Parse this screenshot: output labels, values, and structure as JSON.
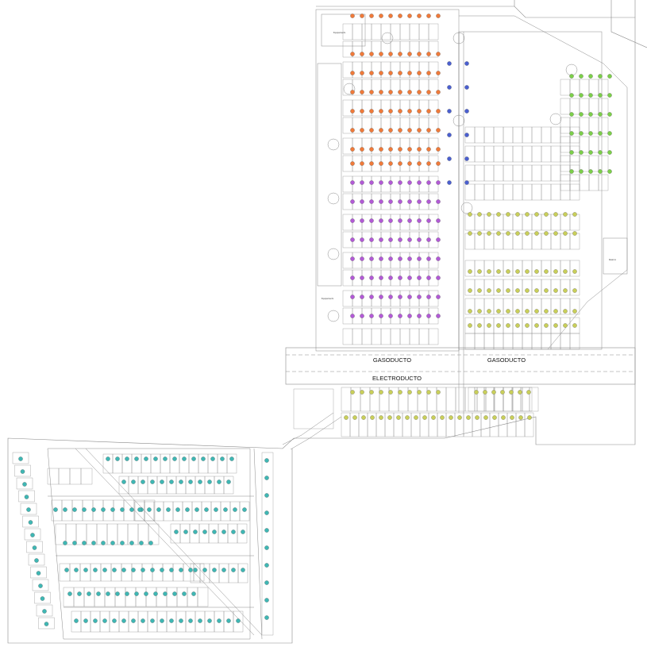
{
  "map": {
    "corridor_labels": {
      "gas_left": "GASODUCTO",
      "gas_right": "GASODUCTO",
      "electric": "ELECTRODUCTO"
    },
    "block_labels": {
      "equipment_top": "Equipamiento",
      "equipment_left": "Equipamiento",
      "reserve": "Reserva"
    },
    "colors": {
      "background": "#ffffff",
      "lines": "#8a8a8a",
      "dark_lines": "#555555",
      "zone_orange": "#f07a3a",
      "zone_purple": "#b25ad6",
      "zone_blue": "#4a5fd0",
      "zone_green": "#7ccf4a",
      "zone_yellow": "#c9cf5a",
      "zone_cyan": "#3fb7b4"
    }
  }
}
